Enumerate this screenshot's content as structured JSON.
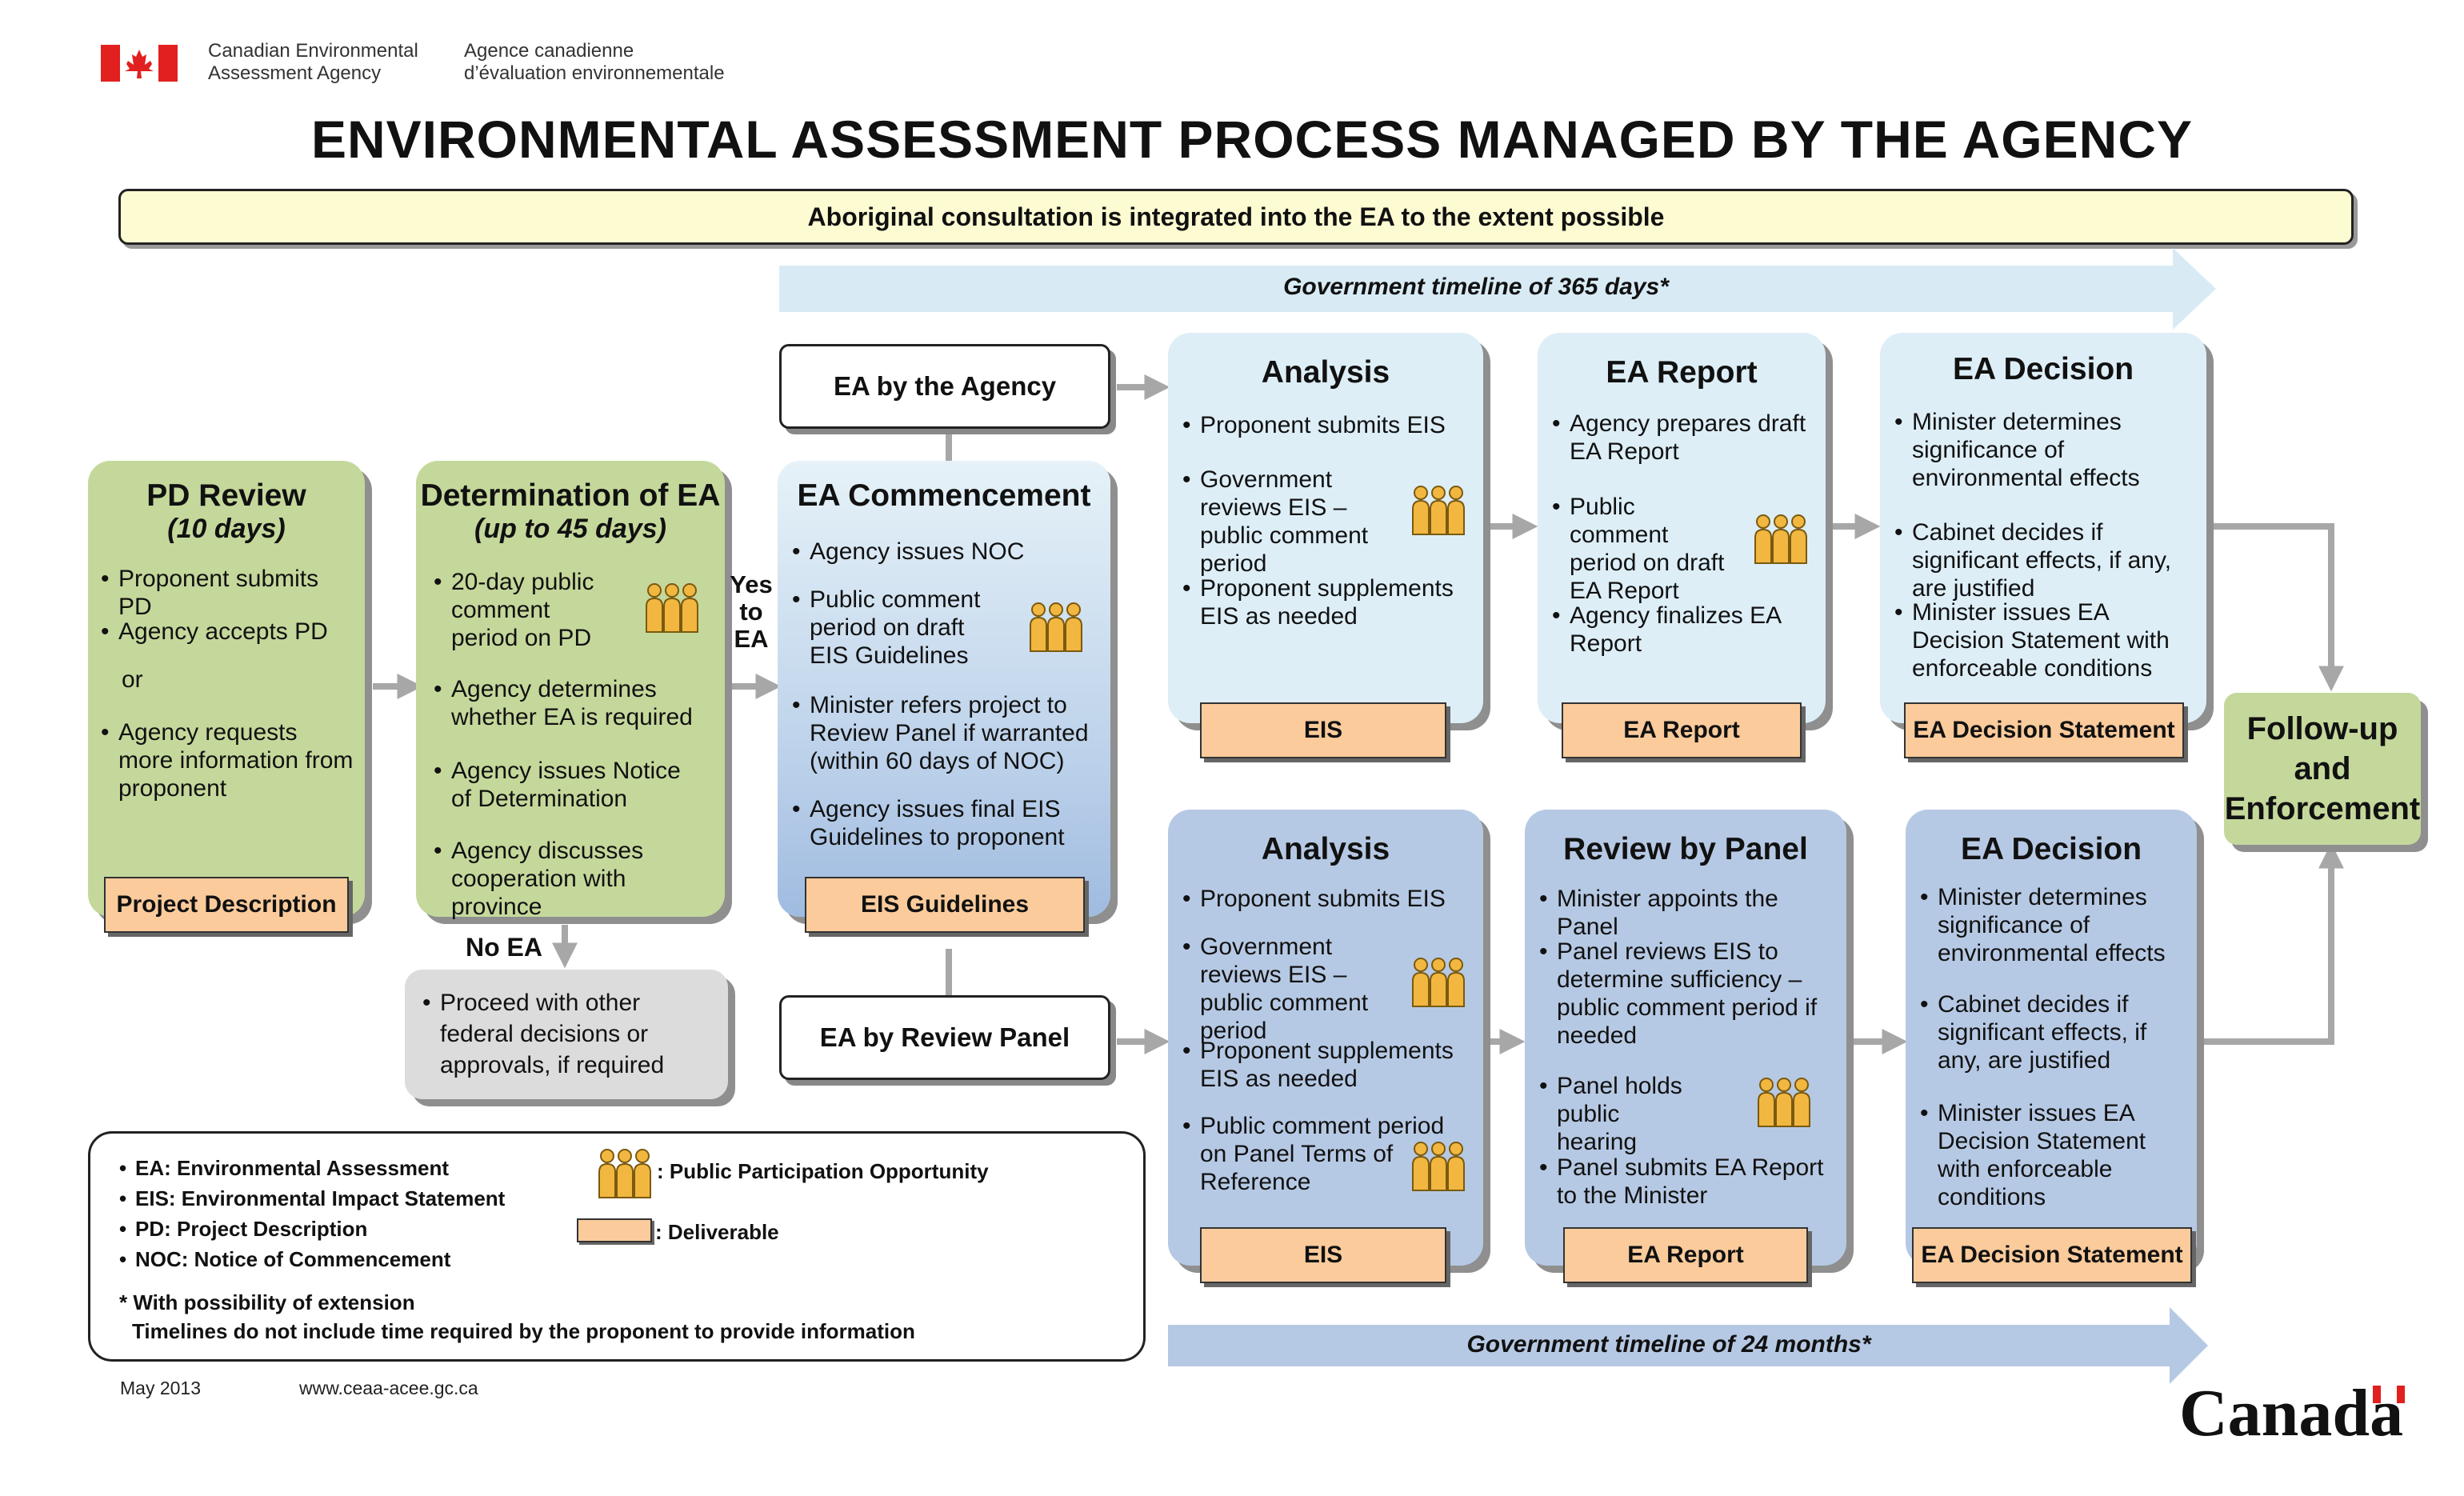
{
  "header": {
    "agency_en_1": "Canadian Environmental",
    "agency_en_2": "Assessment Agency",
    "agency_fr_1": "Agence canadienne",
    "agency_fr_2": "d’évaluation environnementale",
    "title": "ENVIRONMENTAL ASSESSMENT PROCESS MANAGED BY THE AGENCY",
    "banner": "Aboriginal consultation is integrated into the EA to the extent possible"
  },
  "timelines": {
    "agency": "Government timeline of 365 days*",
    "panel": "Government timeline of 24 months*"
  },
  "pd_review": {
    "title": "PD Review",
    "subtitle": "(10 days)",
    "items": [
      "Proponent submits PD",
      "Agency accepts PD",
      "Agency requests more information from proponent"
    ],
    "or": "or",
    "deliverable": "Project Description"
  },
  "determination": {
    "title": "Determination of EA",
    "subtitle": "(up to 45 days)",
    "items": [
      "20-day public comment period on PD",
      "Agency determines whether EA is required",
      "Agency issues Notice of Determination",
      "Agency discusses cooperation with province"
    ]
  },
  "yes_to_ea": [
    "Yes",
    "to",
    "EA"
  ],
  "no_ea": {
    "label": "No EA",
    "item": "Proceed with other federal decisions or approvals, if required"
  },
  "commencement": {
    "title": "EA Commencement",
    "items": [
      "Agency issues NOC",
      "Public comment period on draft EIS Guidelines",
      "Minister refers project to Review Panel if warranted (within 60 days of NOC)",
      "Agency issues final EIS Guidelines to proponent"
    ],
    "deliverable": "EIS Guidelines"
  },
  "ea_by_agency": "EA by the Agency",
  "ea_by_panel": "EA by Review Panel",
  "agency_track": {
    "analysis": {
      "title": "Analysis",
      "items": [
        "Proponent submits EIS",
        "Government reviews EIS – public comment period",
        "Proponent supplements EIS as needed"
      ],
      "deliverable": "EIS"
    },
    "report": {
      "title": "EA Report",
      "items": [
        "Agency prepares draft EA Report",
        "Public comment period on draft EA Report",
        "Agency finalizes EA Report"
      ],
      "deliverable": "EA Report"
    },
    "decision": {
      "title": "EA Decision",
      "items": [
        "Minister determines significance of environmental effects",
        "Cabinet decides if significant effects, if any, are justified",
        "Minister issues EA Decision Statement with enforceable conditions"
      ],
      "deliverable": "EA Decision Statement"
    }
  },
  "panel_track": {
    "analysis": {
      "title": "Analysis",
      "items": [
        "Proponent submits EIS",
        "Government reviews EIS – public comment period",
        "Proponent supplements EIS as needed",
        "Public comment period on Panel Terms of Reference"
      ],
      "deliverable": "EIS"
    },
    "review": {
      "title": "Review by Panel",
      "items": [
        "Minister appoints the Panel",
        "Panel reviews EIS to determine sufficiency – public comment period if needed",
        "Panel holds public hearing",
        "Panel submits EA Report to the Minister"
      ],
      "deliverable": "EA Report"
    },
    "decision": {
      "title": "EA Decision",
      "items": [
        "Minister determines significance of environmental effects",
        "Cabinet decides if significant effects, if any, are justified",
        "Minister issues EA Decision Statement with enforceable conditions"
      ],
      "deliverable": "EA Decision Statement"
    }
  },
  "followup": [
    "Follow-up",
    "and",
    "Enforcement"
  ],
  "legend": {
    "items": [
      "EA: Environmental Assessment",
      "EIS: Environmental Impact Statement",
      "PD: Project Description",
      "NOC: Notice of Commencement"
    ],
    "people_label": ": Public Participation Opportunity",
    "deliverable_label": ": Deliverable",
    "note_1": "* With possibility of extension",
    "note_2": "Timelines do not include time required by the proponent to provide information"
  },
  "footer": {
    "date": "May 2013",
    "url": "www.ceaa-acee.gc.ca",
    "wordmark": "Canada"
  },
  "colors": {
    "green": "#c5d89b",
    "light_blue": "#ddeef7",
    "mid_blue": "#b6c9e4",
    "deliverable": "#fbcb9c",
    "banner": "#fdfbd2",
    "people_icon": "#f2b740",
    "flag_red": "#e1201f"
  }
}
